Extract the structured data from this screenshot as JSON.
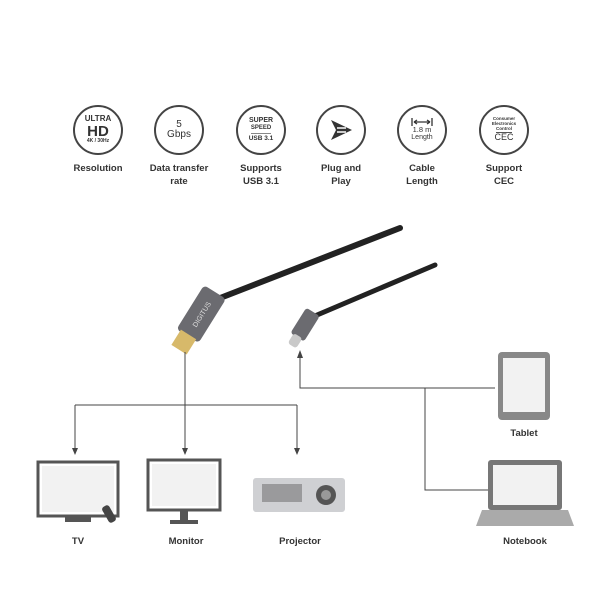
{
  "features": [
    {
      "icon": "ultra-hd-icon",
      "lines": [
        "ULTRA",
        "HD",
        "4K / 30Hz"
      ],
      "label1": "Resolution",
      "label2": ""
    },
    {
      "icon": "speed-icon",
      "lines": [
        "5",
        "Gbps"
      ],
      "label1": "Data transfer",
      "label2": "rate"
    },
    {
      "icon": "superspeed-icon",
      "lines": [
        "SUPER",
        "SPEED",
        "USB 3.1"
      ],
      "label1": "Supports",
      "label2": "USB 3.1"
    },
    {
      "icon": "plug-and-play-icon",
      "label1": "Plug and",
      "label2": "Play"
    },
    {
      "icon": "cable-length-icon",
      "lines": [
        "1.8 m",
        "Length"
      ],
      "label1": "Cable",
      "label2": "Length"
    },
    {
      "icon": "cec-icon",
      "lines": [
        "Consumer",
        "Electronics",
        "Control",
        "CEC"
      ],
      "label1": "Support",
      "label2": "CEC"
    }
  ],
  "brand": "DIGITUS",
  "devices": {
    "tv": "TV",
    "monitor": "Monitor",
    "projector": "Projector",
    "tablet": "Tablet",
    "notebook": "Notebook"
  }
}
